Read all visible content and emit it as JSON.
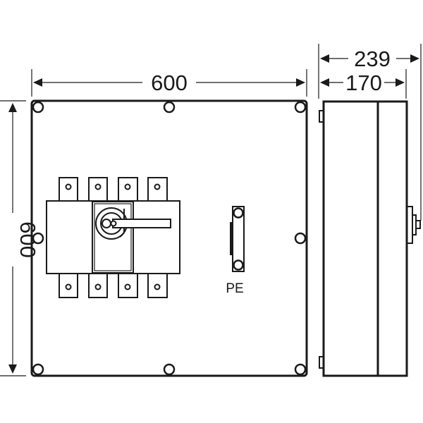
{
  "dimensions": {
    "front_width": "600",
    "front_height": "600",
    "side_depth_total": "239",
    "side_depth_body": "170"
  },
  "labels": {
    "pe_terminal": "PE"
  }
}
